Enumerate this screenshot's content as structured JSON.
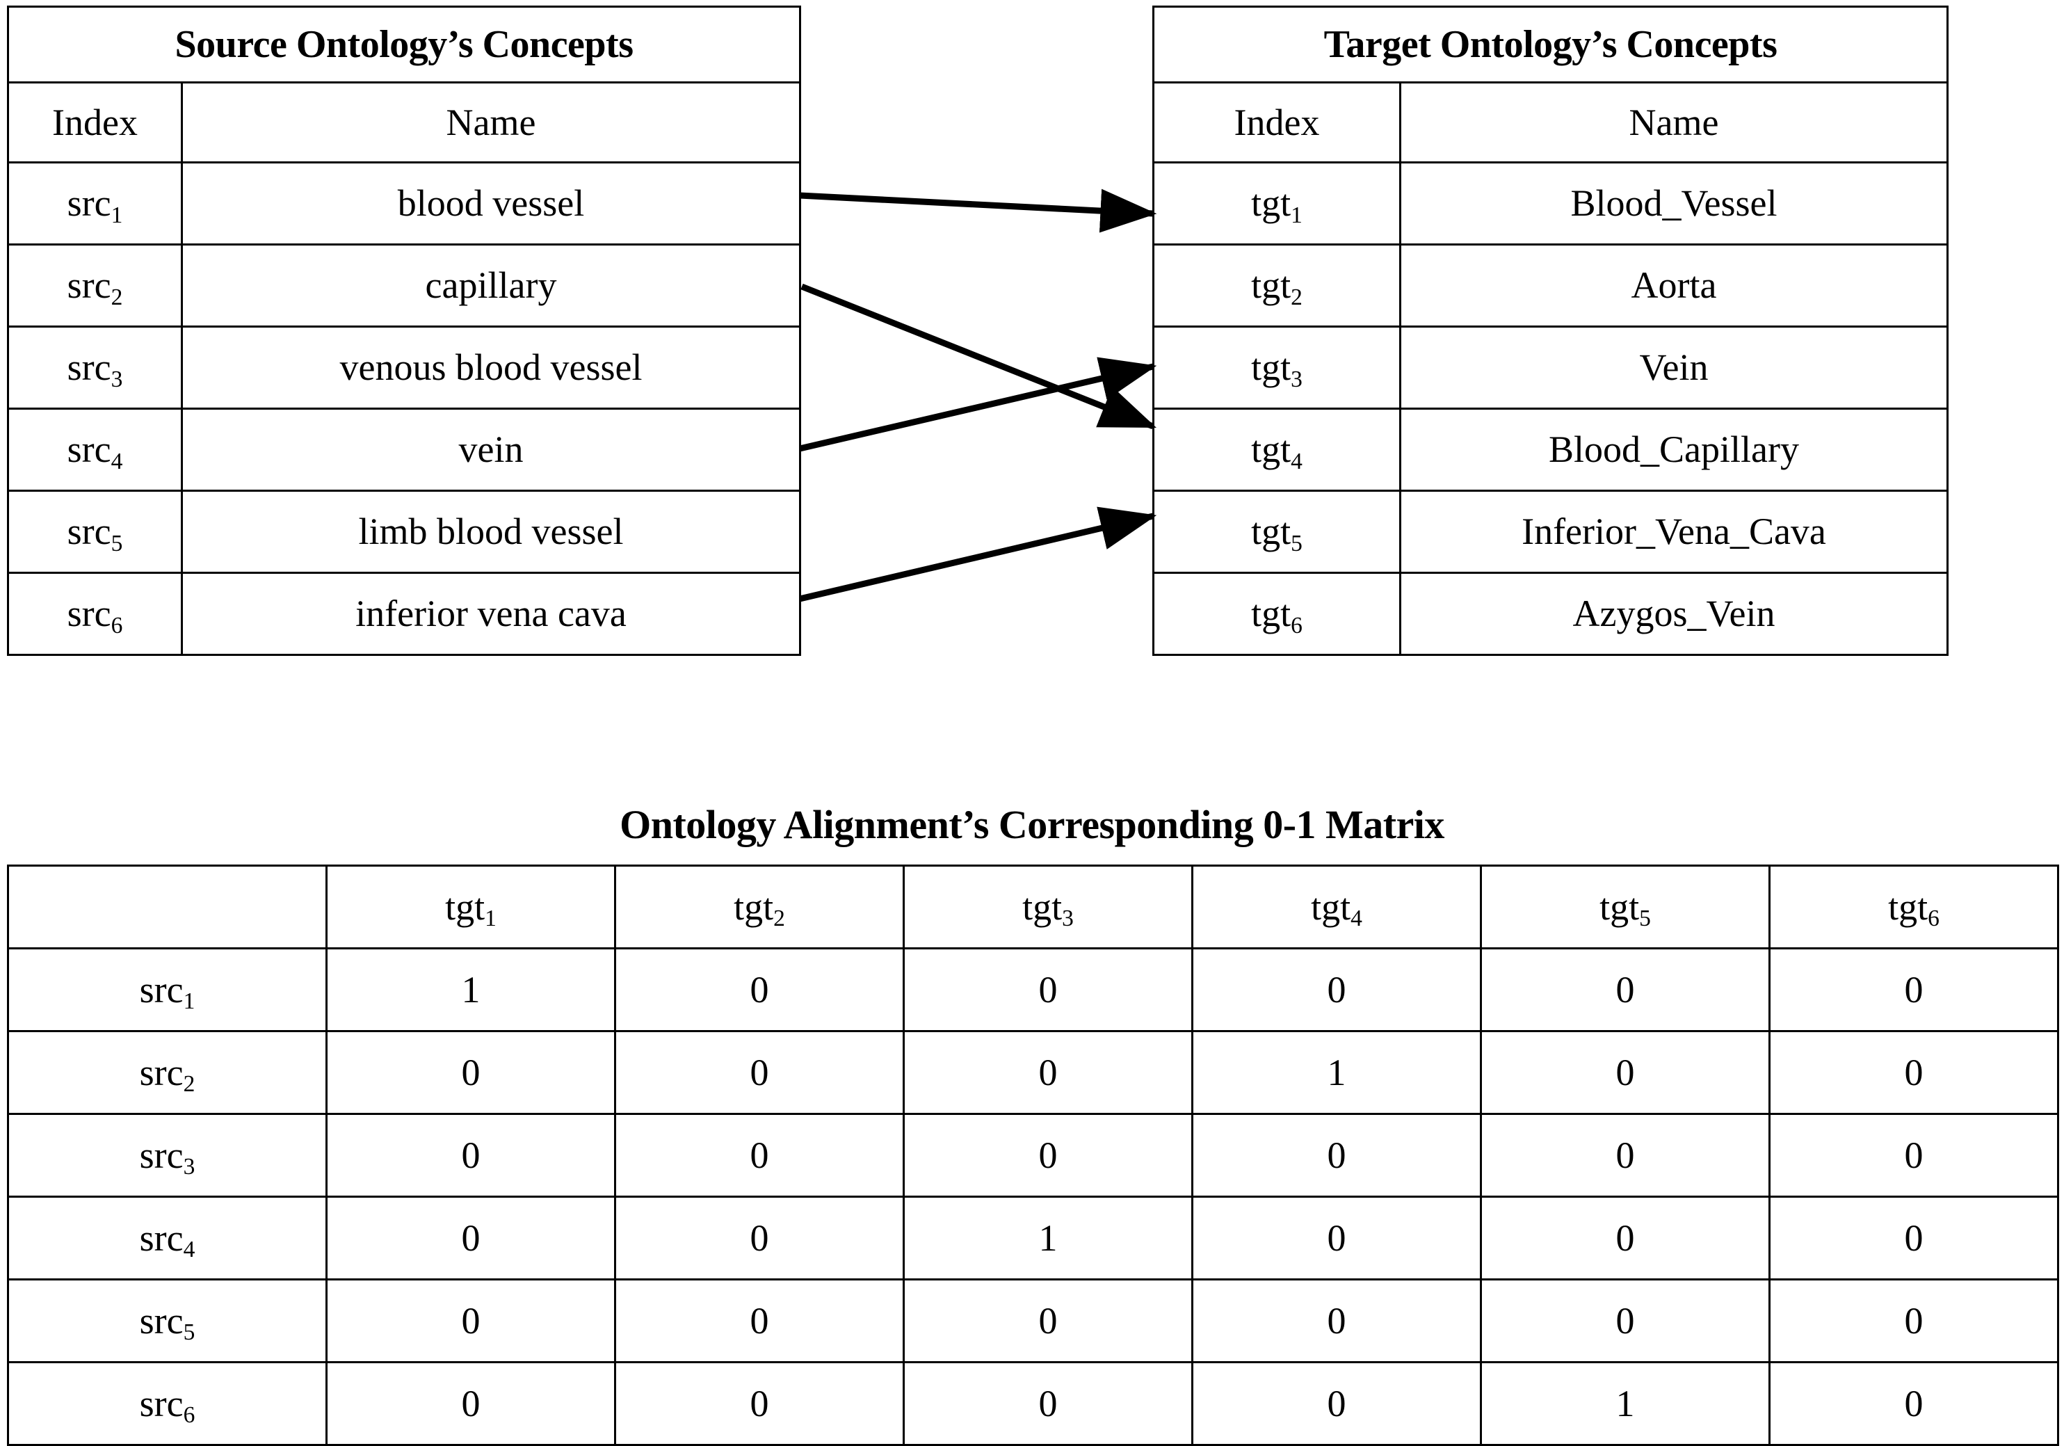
{
  "source_table": {
    "title": "Source Ontology’s Concepts",
    "headers": [
      "Index",
      "Name"
    ],
    "rows": [
      {
        "index": "src",
        "sub": "1",
        "name": "blood vessel"
      },
      {
        "index": "src",
        "sub": "2",
        "name": "capillary"
      },
      {
        "index": "src",
        "sub": "3",
        "name": "venous blood vessel"
      },
      {
        "index": "src",
        "sub": "4",
        "name": "vein"
      },
      {
        "index": "src",
        "sub": "5",
        "name": "limb blood vessel"
      },
      {
        "index": "src",
        "sub": "6",
        "name": "inferior vena cava"
      }
    ]
  },
  "target_table": {
    "title": "Target Ontology’s Concepts",
    "headers": [
      "Index",
      "Name"
    ],
    "rows": [
      {
        "index": "tgt",
        "sub": "1",
        "name": "Blood_Vessel"
      },
      {
        "index": "tgt",
        "sub": "2",
        "name": "Aorta"
      },
      {
        "index": "tgt",
        "sub": "3",
        "name": "Vein"
      },
      {
        "index": "tgt",
        "sub": "4",
        "name": "Blood_Capillary"
      },
      {
        "index": "tgt",
        "sub": "5",
        "name": "Inferior_Vena_Cava"
      },
      {
        "index": "tgt",
        "sub": "6",
        "name": "Azygos_Vein"
      }
    ]
  },
  "mappings": [
    {
      "from": "src1",
      "to": "tgt1"
    },
    {
      "from": "src2",
      "to": "tgt4"
    },
    {
      "from": "src4",
      "to": "tgt3"
    },
    {
      "from": "src6",
      "to": "tgt5"
    }
  ],
  "matrix": {
    "title": "Ontology Alignment’s Corresponding 0-1 Matrix",
    "corner_label": "",
    "column_headers": [
      {
        "base": "tgt",
        "sub": "1"
      },
      {
        "base": "tgt",
        "sub": "2"
      },
      {
        "base": "tgt",
        "sub": "3"
      },
      {
        "base": "tgt",
        "sub": "4"
      },
      {
        "base": "tgt",
        "sub": "5"
      },
      {
        "base": "tgt",
        "sub": "6"
      }
    ],
    "row_headers": [
      {
        "base": "src",
        "sub": "1"
      },
      {
        "base": "src",
        "sub": "2"
      },
      {
        "base": "src",
        "sub": "3"
      },
      {
        "base": "src",
        "sub": "4"
      },
      {
        "base": "src",
        "sub": "5"
      },
      {
        "base": "src",
        "sub": "6"
      }
    ],
    "values": [
      [
        "1",
        "0",
        "0",
        "0",
        "0",
        "0"
      ],
      [
        "0",
        "0",
        "0",
        "1",
        "0",
        "0"
      ],
      [
        "0",
        "0",
        "0",
        "0",
        "0",
        "0"
      ],
      [
        "0",
        "0",
        "1",
        "0",
        "0",
        "0"
      ],
      [
        "0",
        "0",
        "0",
        "0",
        "0",
        "0"
      ],
      [
        "0",
        "0",
        "0",
        "0",
        "1",
        "0"
      ]
    ]
  },
  "colors": {
    "ink": "#000000",
    "paper": "#ffffff"
  }
}
